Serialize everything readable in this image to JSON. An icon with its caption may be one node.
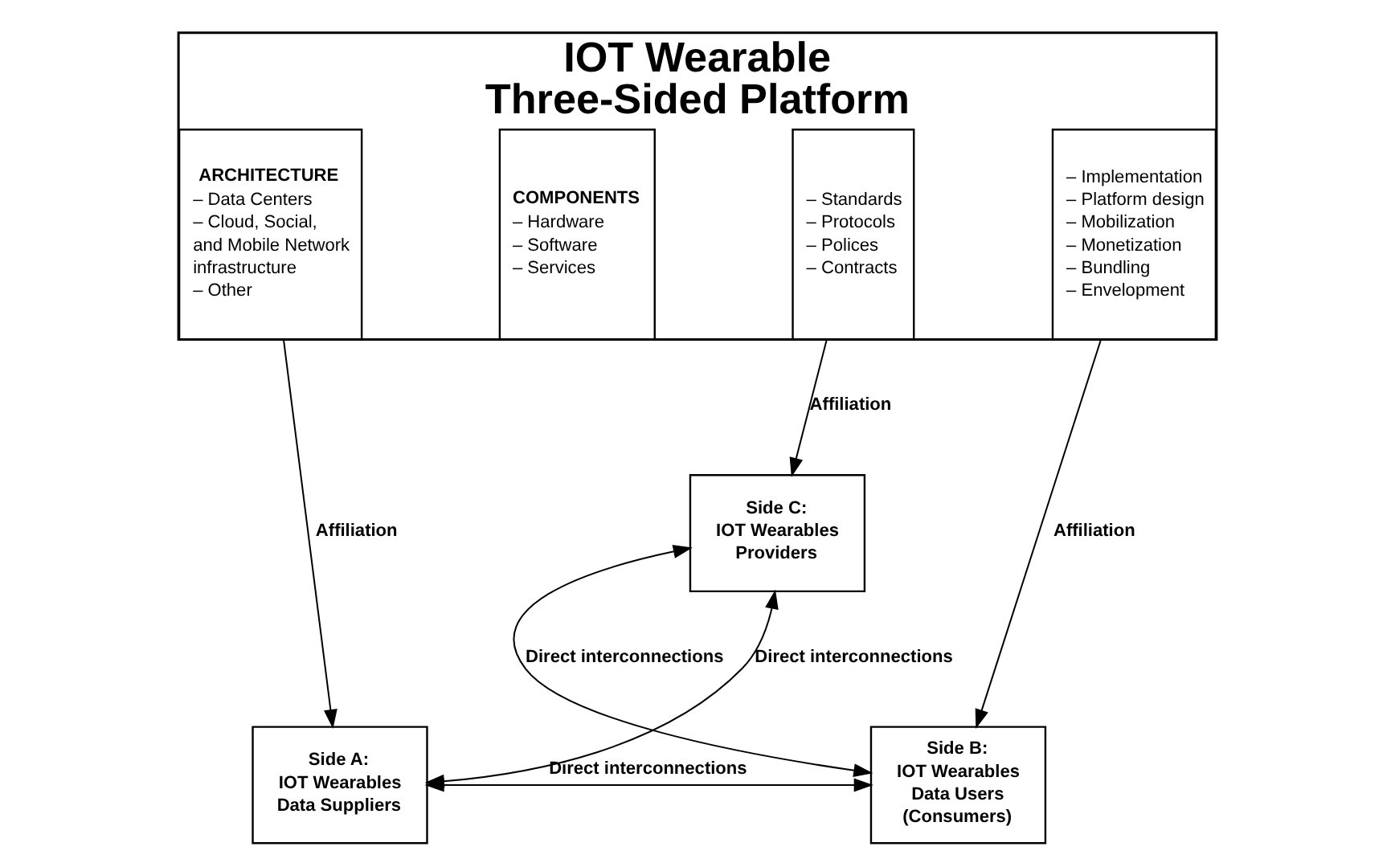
{
  "diagram": {
    "nodes": [
      {
        "text": [
          "IOT Wearable Three-Sided Platform"
        ]
      },
      {
        "text": [
          "ARCHITECTURE",
          "– Data Centers",
          "– Cloud, Social, and Mobile Network infrastructure",
          "– Other"
        ],
        "in": 0
      },
      {
        "text": [
          "COMPONENTS",
          "– Hardware",
          "– Software",
          "– Services"
        ],
        "in": 0
      },
      {
        "text": [
          "– Standards",
          "– Protocols",
          "– Polices",
          "– Contracts"
        ],
        "in": 0
      },
      {
        "text": [
          "– Implementation",
          "– Platform design",
          "– Mobilization",
          "– Monetization",
          "– Bundling",
          "– Envelopment"
        ],
        "in": 0
      },
      {
        "text": [
          "Side C:",
          "IOT Wearables Providers"
        ]
      },
      {
        "text": [
          "Side A:",
          "IOT Wearables Data Suppliers"
        ]
      },
      {
        "text": [
          "Side B:",
          "IOT Wearables Data Users (Consumers)"
        ]
      }
    ],
    "edges": [
      {
        "from": 0,
        "to": 6,
        "arrow": "to",
        "label": "Affiliation"
      },
      {
        "from": 0,
        "to": 7,
        "arrow": "to",
        "label": "Affiliation"
      },
      {
        "from": 0,
        "to": 5,
        "arrow": "to",
        "label": "Affiliation"
      },
      {
        "from": 6,
        "to": 5,
        "arrow": "both",
        "label": "Direct interconnections"
      },
      {
        "from": 5,
        "to": 7,
        "arrow": "both",
        "label": "Direct interconnections"
      },
      {
        "from": 6,
        "to": 7,
        "arrow": "both",
        "label": "Direct interconnections"
      }
    ]
  }
}
